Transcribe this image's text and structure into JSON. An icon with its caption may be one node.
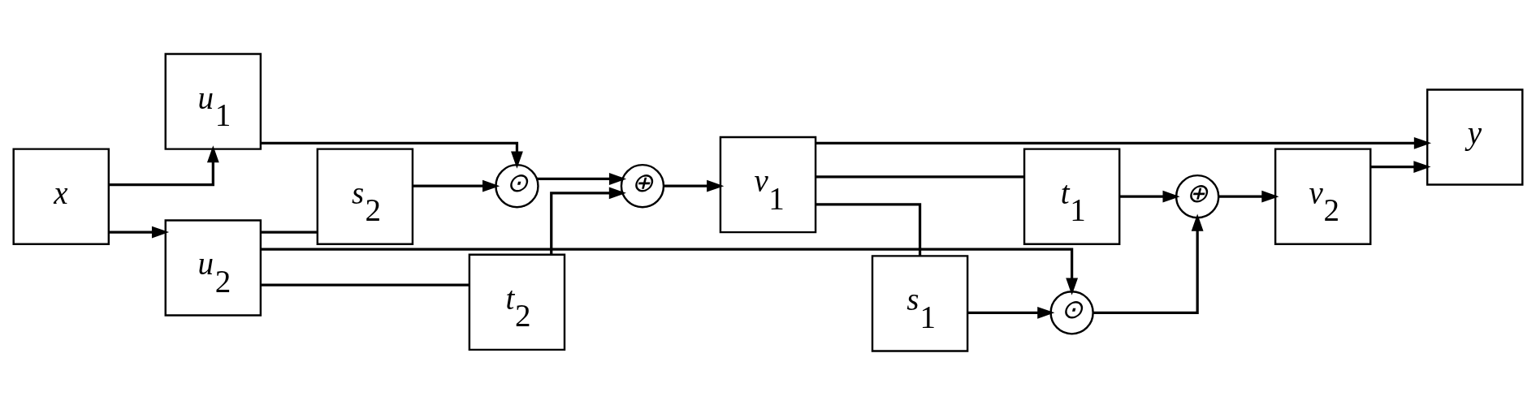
{
  "diagram": {
    "nodes": [
      {
        "text": [
          "x"
        ]
      },
      {
        "text": [
          "u$_{1}$"
        ]
      },
      {
        "text": [
          "u$_{2}$"
        ]
      },
      {
        "text": [
          "s$_{2}$"
        ]
      },
      {
        "text": [
          "t$_{2}$"
        ]
      },
      {
        "text": [
          "⊙"
        ]
      },
      {
        "text": [
          "⊕"
        ]
      },
      {
        "text": [
          "v$_{1}$"
        ]
      },
      {
        "text": [
          "s$_{1}$"
        ]
      },
      {
        "text": [
          "t$_{1}$"
        ]
      },
      {
        "text": [
          "⊙"
        ]
      },
      {
        "text": [
          "⊕"
        ]
      },
      {
        "text": [
          "v$_{2}$"
        ]
      },
      {
        "text": [
          "y"
        ]
      }
    ],
    "edges": [
      {
        "from": 0,
        "to": 1,
        "arrow": "to"
      },
      {
        "from": 0,
        "to": 2,
        "arrow": "to"
      },
      {
        "from": 1,
        "to": 5,
        "arrow": "to"
      },
      {
        "from": 3,
        "to": 5,
        "arrow": "to"
      },
      {
        "from": 5,
        "to": 6,
        "arrow": "to"
      },
      {
        "from": 4,
        "to": 6,
        "arrow": "to"
      },
      {
        "from": 6,
        "to": 7,
        "arrow": "to"
      },
      {
        "from": 2,
        "to": 3,
        "arrow": "none"
      },
      {
        "from": 2,
        "to": 4,
        "arrow": "none"
      },
      {
        "from": 2,
        "to": 10,
        "arrow": "to"
      },
      {
        "from": 7,
        "to": 13,
        "arrow": "to"
      },
      {
        "from": 7,
        "to": 8,
        "arrow": "none"
      },
      {
        "from": 7,
        "to": 9,
        "arrow": "none"
      },
      {
        "from": 8,
        "to": 10,
        "arrow": "to"
      },
      {
        "from": 9,
        "to": 11,
        "arrow": "to"
      },
      {
        "from": 10,
        "to": 11,
        "arrow": "to"
      },
      {
        "from": 11,
        "to": 12,
        "arrow": "to"
      },
      {
        "from": 12,
        "to": 13,
        "arrow": "to"
      }
    ]
  }
}
